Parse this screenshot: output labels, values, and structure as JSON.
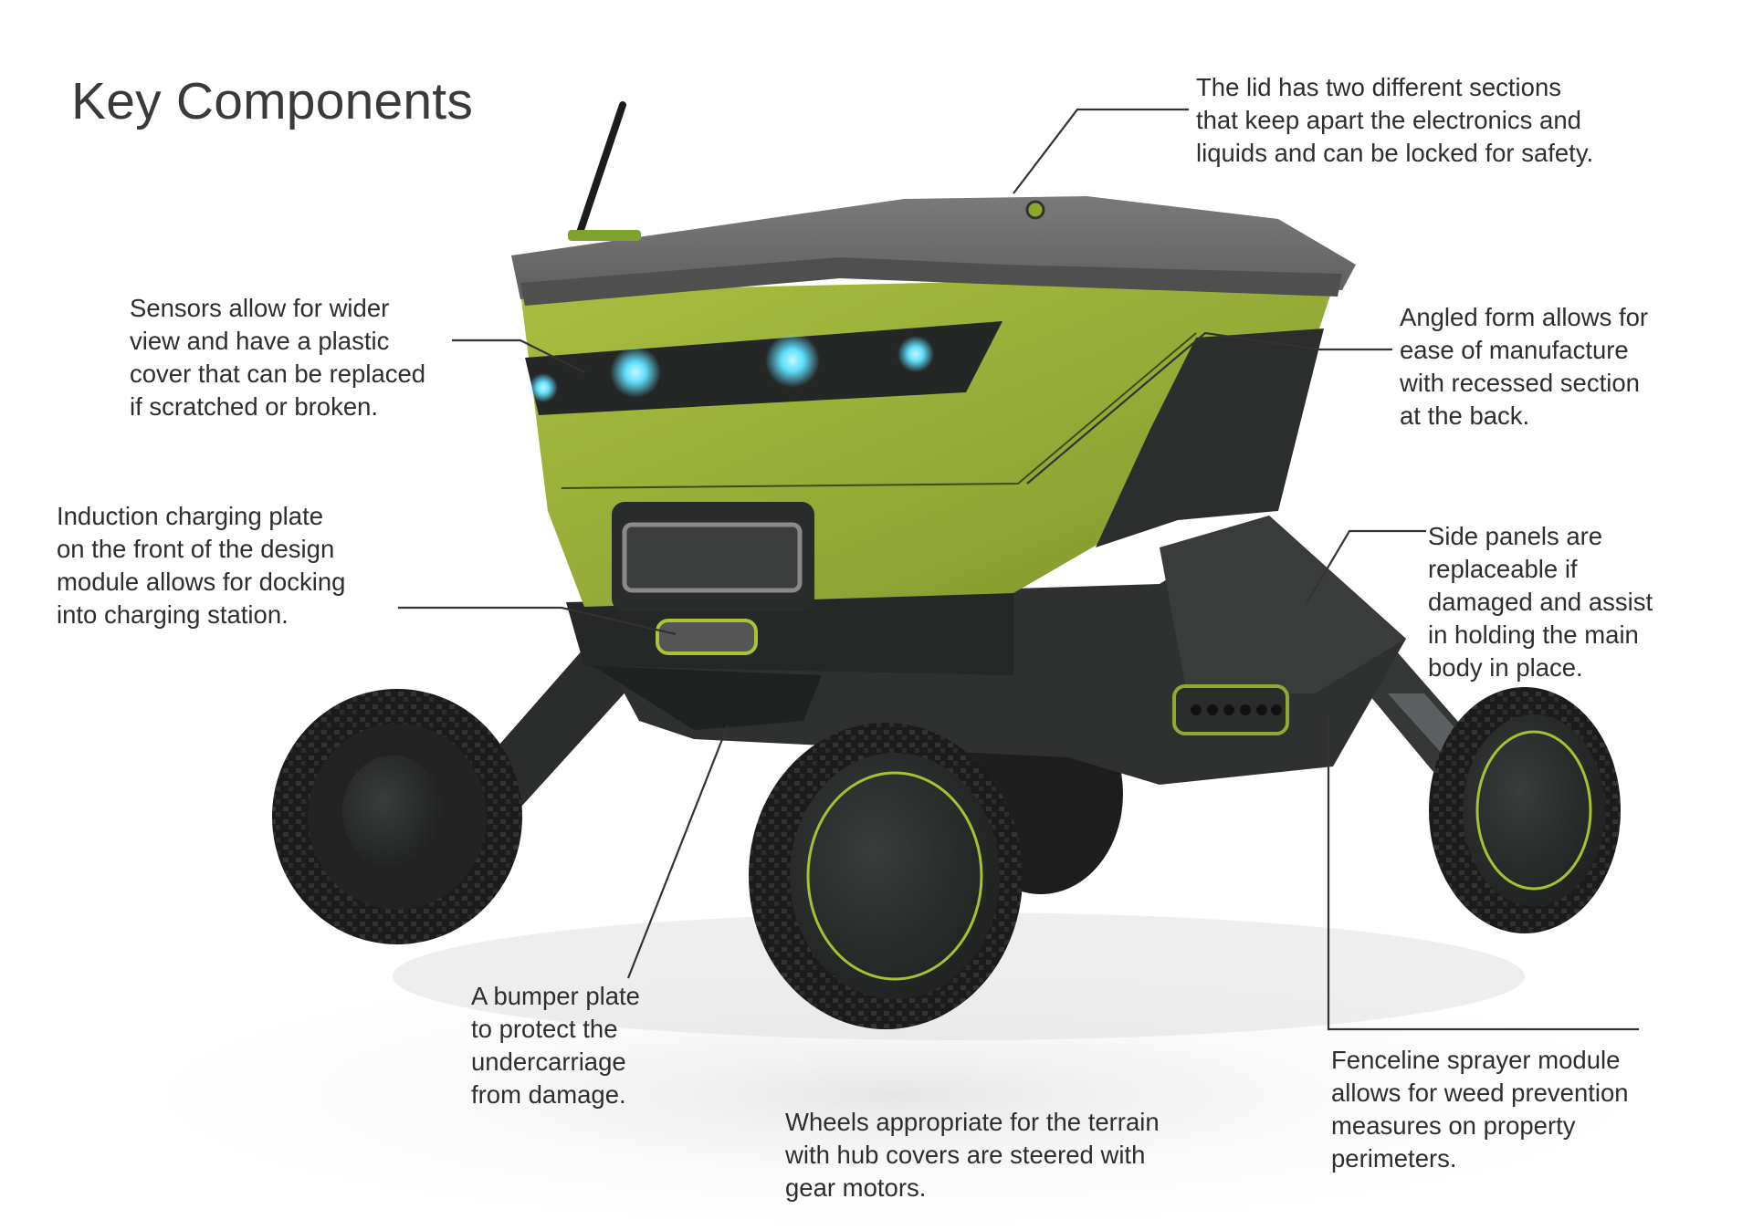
{
  "title": "Key Components",
  "colors": {
    "body_green": "#9fb53a",
    "accent_green": "#b8d632",
    "dark": "#2d2f2f",
    "lid_grey": "#6d6d6d",
    "sensor_blue": "#5fe0ff"
  },
  "callouts": {
    "lid": [
      "The lid has two different sections",
      "that keep apart the electronics and",
      "liquids and can be locked for safety."
    ],
    "sensors": [
      "Sensors allow for wider",
      "view and have a plastic",
      "cover that can be replaced",
      "if scratched or broken."
    ],
    "angled": [
      "Angled form allows for",
      "ease of manufacture",
      "with recessed section",
      "at the back."
    ],
    "induction": [
      "Induction charging plate",
      "on the front of the design",
      "module allows for docking",
      "into charging station."
    ],
    "side": [
      "Side panels are",
      "replaceable if",
      "damaged and assist",
      "in holding the main",
      "body in place."
    ],
    "bumper": [
      "A bumper plate",
      "to protect the",
      "undercarriage",
      "from damage."
    ],
    "wheels": [
      "Wheels appropriate for the terrain",
      "with hub covers are steered with",
      "gear motors."
    ],
    "fenceline": [
      "Fenceline sprayer module",
      "allows for weed prevention",
      "measures on property",
      "perimeters."
    ]
  }
}
